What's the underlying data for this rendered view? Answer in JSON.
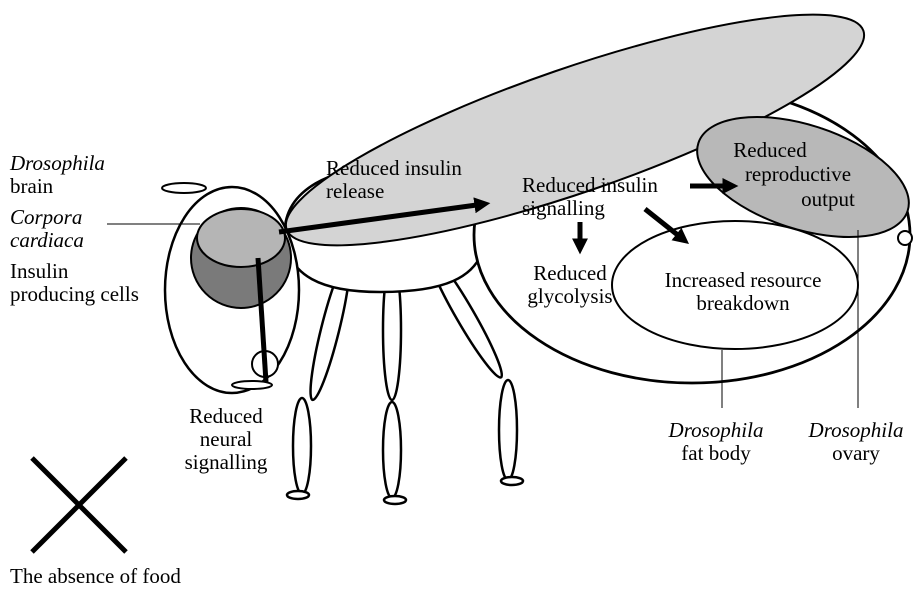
{
  "colors": {
    "wing": "#d4d4d4",
    "corpora_cardiaca": "#b5b5b5",
    "brain_dark": "#7a7a7a",
    "ovary": "#b8b8b8",
    "stroke": "#000000"
  },
  "labels": {
    "drosophila_brain": {
      "species": "Drosophila",
      "organ": "brain"
    },
    "corpora_cardiaca": {
      "line1": "Corpora",
      "line2": "cardiaca"
    },
    "insulin_cells": {
      "line1": "Insulin",
      "line2": "producing cells"
    },
    "neural": {
      "line1": "Reduced",
      "line2": "neural",
      "line3": "signalling"
    },
    "release": {
      "line1": "Reduced insulin",
      "line2": "release"
    },
    "signalling": {
      "line1": "Reduced insulin",
      "line2": "signalling"
    },
    "glycolysis": {
      "line1": "Reduced",
      "line2": "glycolysis"
    },
    "resource": {
      "line1": "Increased resource",
      "line2": "breakdown"
    },
    "reproductive": {
      "line1": "Reduced",
      "line2": "reproductive",
      "line3": "output"
    },
    "fat_body": {
      "species": "Drosophila",
      "organ": "fat body"
    },
    "ovary": {
      "species": "Drosophila",
      "organ": "ovary"
    },
    "absence_of_food": "The absence of food"
  },
  "icons": {
    "absence_mark": "cross-icon",
    "arrows": "arrow-icon"
  }
}
